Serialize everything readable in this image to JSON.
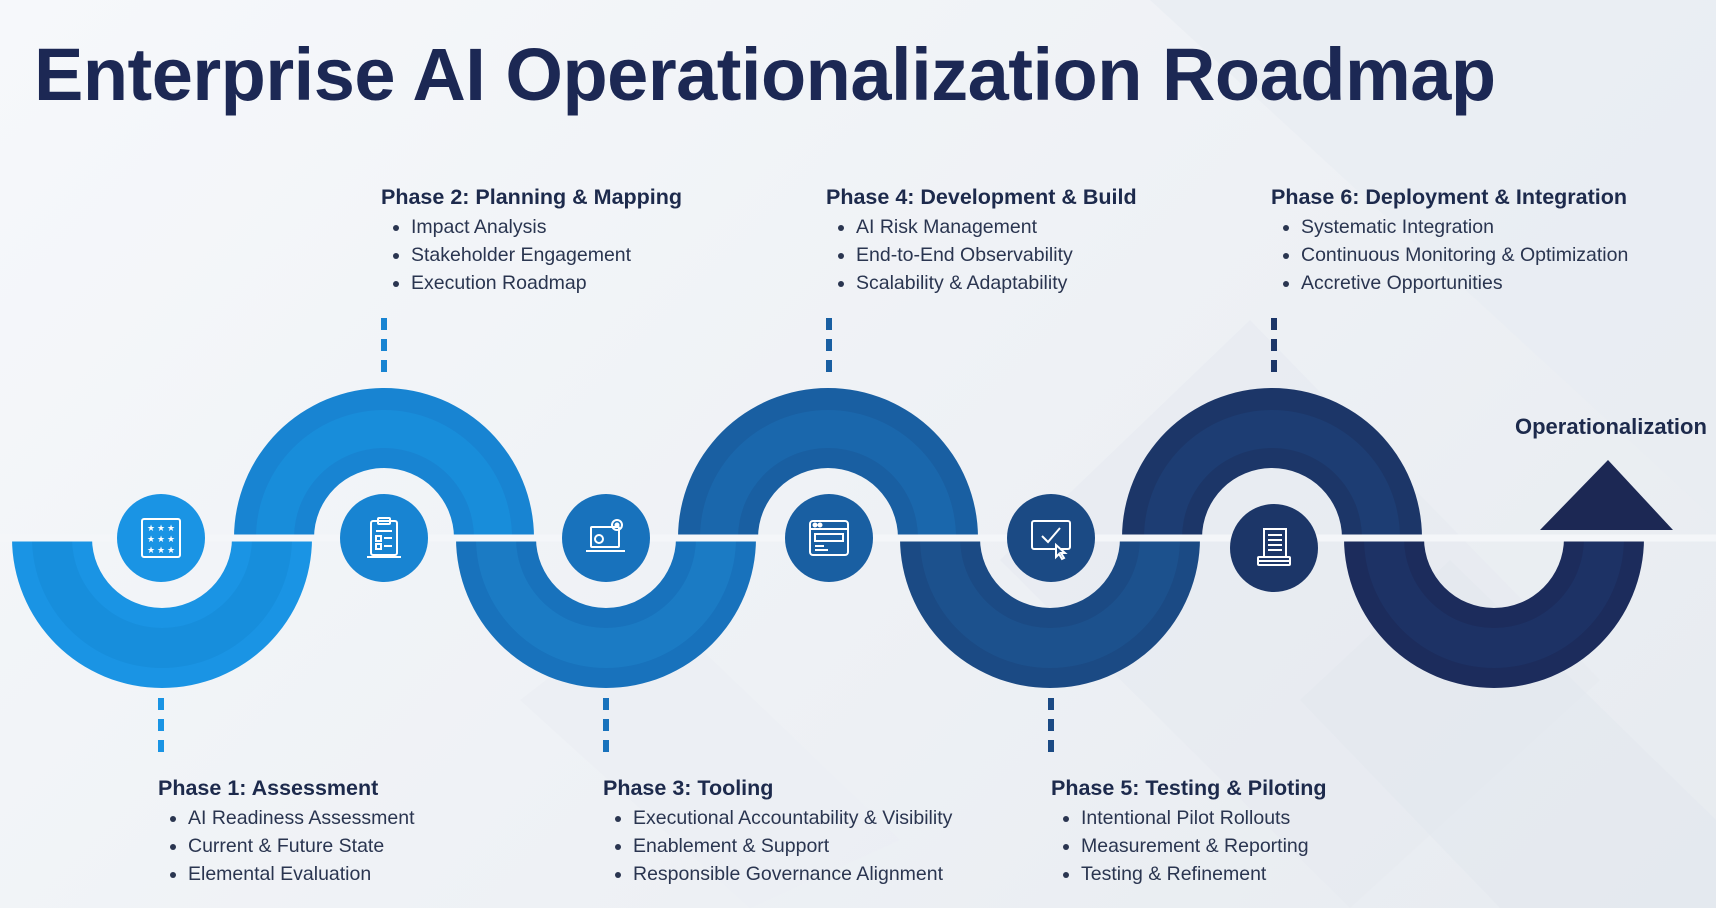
{
  "title": "Enterprise AI Operationalization Roadmap",
  "end_label": "Operationalization",
  "colors": {
    "title": "#1c2854",
    "phase_1": "#1a94e4",
    "phase_2": "#1884d2",
    "phase_3": "#1872bc",
    "phase_4": "#195fa2",
    "phase_5": "#1b4a84",
    "phase_6": "#1c3668",
    "arrow": "#1c2854"
  },
  "phases": [
    {
      "title": "Phase 1: Assessment",
      "icon": "star-grid-icon",
      "items": [
        "AI Readiness Assessment",
        "Current & Future State",
        "Elemental Evaluation"
      ]
    },
    {
      "title": "Phase 2: Planning & Mapping",
      "icon": "clipboard-icon",
      "items": [
        "Impact Analysis",
        "Stakeholder Engagement",
        "Execution Roadmap"
      ]
    },
    {
      "title": "Phase 3: Tooling",
      "icon": "laptop-gear-icon",
      "items": [
        "Executional Accountability & Visibility",
        "Enablement & Support",
        "Responsible Governance Alignment"
      ]
    },
    {
      "title": "Phase 4: Development & Build",
      "icon": "browser-window-icon",
      "items": [
        "AI Risk Management",
        "End-to-End Observability",
        "Scalability & Adaptability"
      ]
    },
    {
      "title": "Phase 5: Testing & Piloting",
      "icon": "monitor-check-icon",
      "items": [
        "Intentional Pilot Rollouts",
        "Measurement & Reporting",
        "Testing & Refinement"
      ]
    },
    {
      "title": "Phase 6: Deployment & Integration",
      "icon": "document-stack-icon",
      "items": [
        "Systematic Integration",
        "Continuous Monitoring & Optimization",
        "Accretive Opportunities"
      ]
    }
  ]
}
